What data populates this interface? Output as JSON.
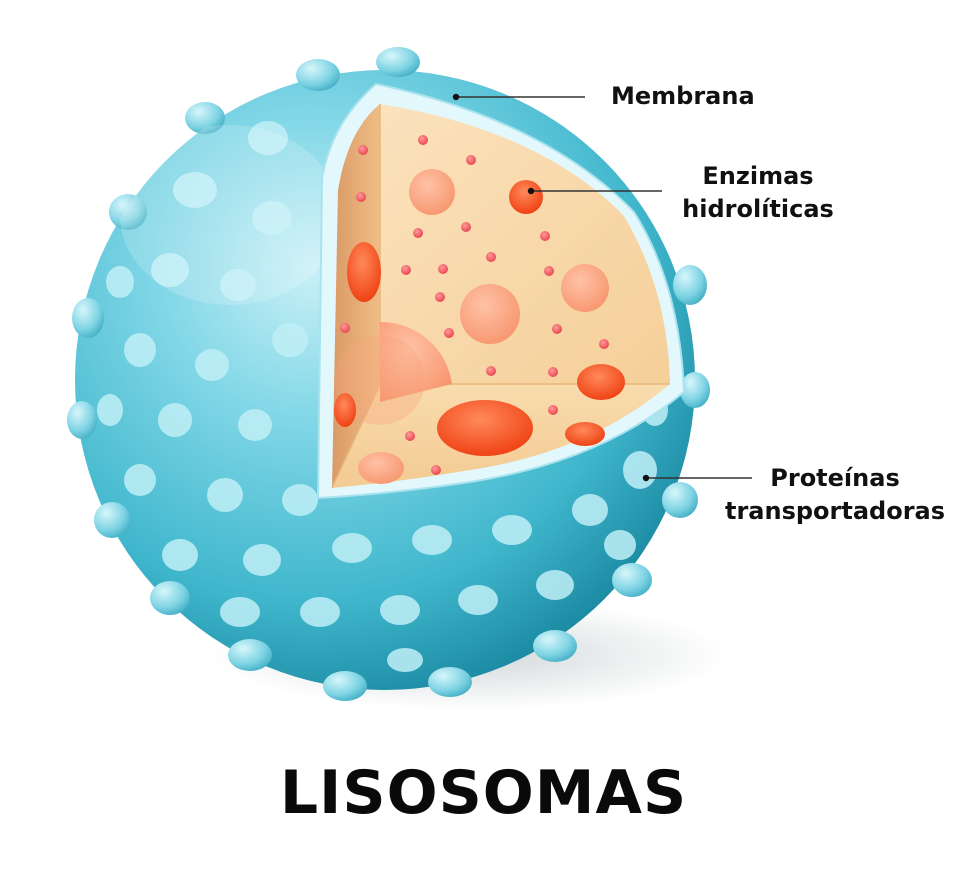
{
  "title": "LISOSOMAS",
  "labels": {
    "membrana": "Membrana",
    "enzimas_line1": "Enzimas",
    "enzimas_line2": "hidrolíticas",
    "proteinas_line1": "Proteínas",
    "proteinas_line2": "transportadoras"
  },
  "colors": {
    "shell": "#4cc0d4",
    "shell_dark": "#1d8fa6",
    "membrane": "#dff7fb",
    "interior": "#f7d3a2",
    "enzyme": "#ff5a2a",
    "leader_line": "#333333"
  }
}
